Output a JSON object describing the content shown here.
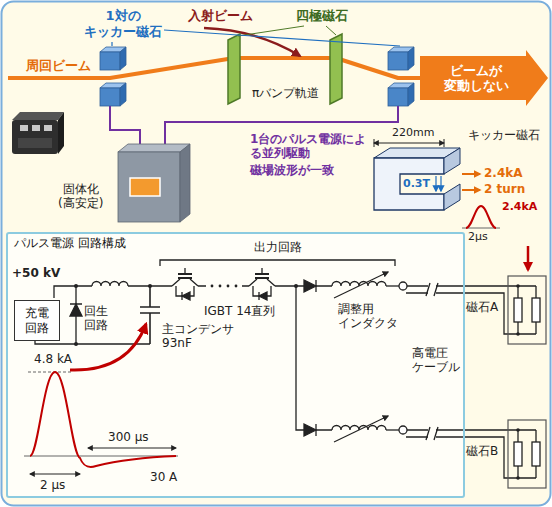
{
  "diagram": {
    "nodes": [
      {
        "text": [
          "ビームが 変動しない"
        ]
      },
      {
        "text": [
          "パルス電源 回路構成"
        ]
      },
      {
        "text": [
          "充電 回路"
        ],
        "in": 1
      }
    ],
    "labels": [
      "1対の キッカー磁石",
      "入射ビーム",
      "四極磁石",
      "周回ビーム",
      "πバンプ軌道",
      "固体化 (高安定)",
      "1台のパルス電源による並列駆動",
      "磁場波形が一致",
      "220mm",
      "キッカー磁石",
      "0.3T",
      "2.4kA",
      "2 turn",
      "2.4kA",
      "2μs",
      "出力回路",
      "+50 kV",
      "回生 回路",
      "IGBT 14直列",
      "主コンデンサ 93nF",
      "調整用 インダクタ",
      "高電圧 ケーブル",
      "磁石A",
      "磁石B",
      "4.8 kA",
      "300 μs",
      "2 μs",
      "30 A"
    ]
  }
}
